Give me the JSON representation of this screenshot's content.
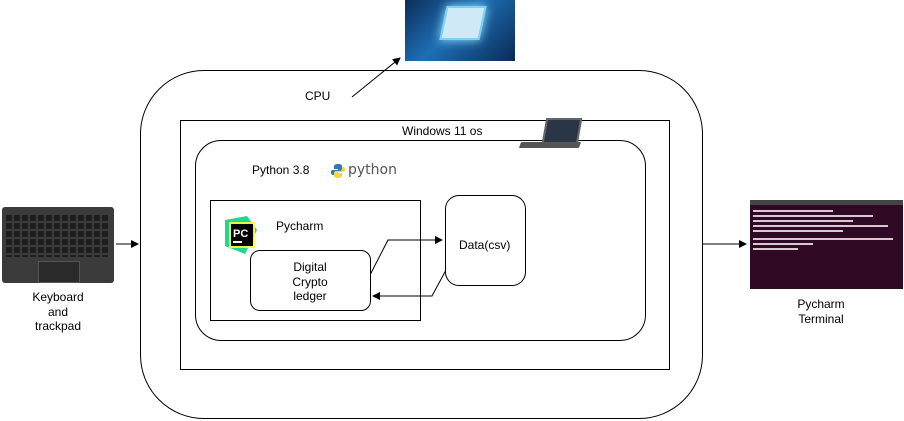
{
  "labels": {
    "cpu": "CPU",
    "windows": "Windows 11 os",
    "python": "Python 3.8",
    "python_logo_text": "python",
    "pycharm": "Pycharm",
    "ledger": [
      "Digital",
      "Crypto",
      "ledger"
    ],
    "data": "Data(csv)",
    "keyboard": [
      "Keyboard",
      "and",
      "trackpad"
    ],
    "terminal": [
      "Pycharm",
      "Terminal"
    ],
    "pycharm_logo_text": "PC"
  },
  "icons": {
    "cpu": "cpu-chip-photo",
    "laptop": "laptop-icon",
    "python": "python-logo-icon",
    "pycharm": "pycharm-logo-icon",
    "keyboard": "keyboard-photo",
    "terminal": "terminal-screenshot"
  },
  "colors": {
    "pycharm_green": "#21d789",
    "terminal_bg": "#300a24",
    "python_blue": "#3776ab",
    "python_yellow": "#ffd43b"
  }
}
